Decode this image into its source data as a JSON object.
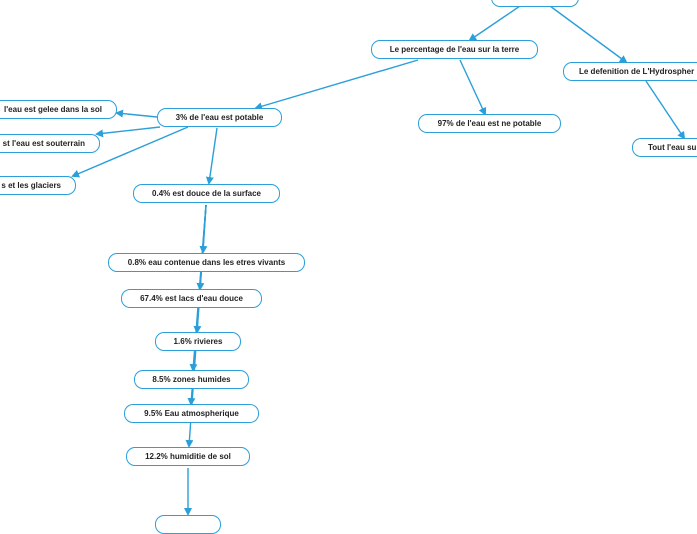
{
  "theme": {
    "line_color": "#2b9fd9",
    "node_border": "#2b9fd9",
    "text_color": "#222222"
  },
  "mindmap": {
    "nodes": {
      "water_percentage": "Le percentage de l'eau sur la terre",
      "hydrosphere_definition": "Le defenition de L'Hydrospher",
      "potable_3": "3% de l'eau est potable",
      "non_potable_97": "97% de l'eau est ne potable",
      "all_water": "Tout l'eau su",
      "frozen_soil": "l'eau est gelee dans la sol",
      "underground": "st l'eau est souterrain",
      "glaciers": "s et les glaciers",
      "surface_fresh": "0.4% est douce de la surface",
      "living_beings": "0.8% eau contenue dans les etres vivants",
      "lakes": "67.4% est lacs d'eau douce",
      "rivers": "1.6% rivieres",
      "wetlands": "8.5% zones humides",
      "atmospheric": "9.5% Eau atmospherique",
      "soil_humidity": "12.2% humiditie de sol"
    }
  }
}
